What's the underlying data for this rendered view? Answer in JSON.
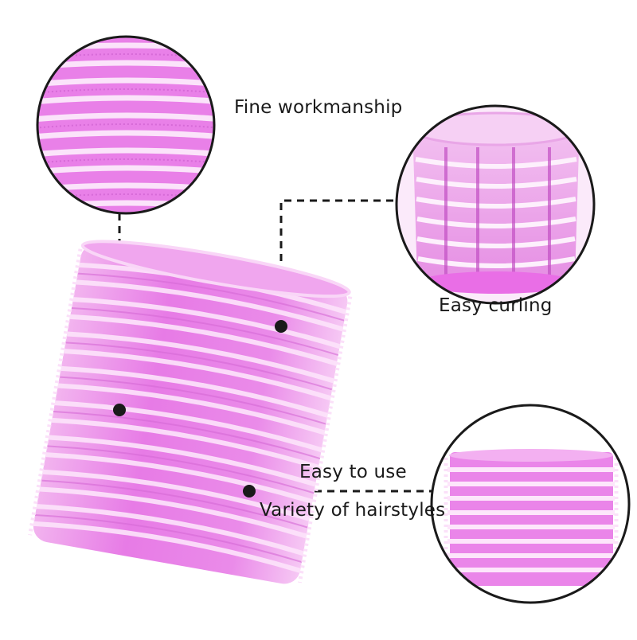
{
  "labels": {
    "fine_workmanship": "Fine workmanship",
    "easy_curling": "Easy curling",
    "easy_to_use": "Easy to use",
    "variety": "Variety of hairstyles"
  },
  "colors": {
    "roller_pink": "#e77be6",
    "roller_light": "#f7c9f4",
    "ring_white": "#fbe6fa",
    "outline": "#1a1a1a"
  },
  "icons": [
    "hair-roller-image",
    "callout-circle",
    "connector-dot"
  ]
}
